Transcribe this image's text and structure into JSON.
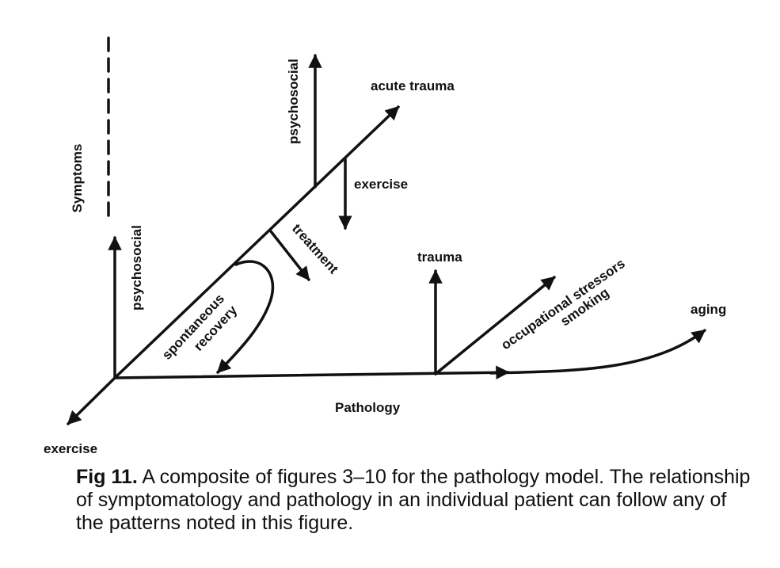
{
  "diagram": {
    "axis_y_label": "Symptoms",
    "axis_x_label": "Pathology",
    "labels": {
      "exercise_bottom": "exercise",
      "psychosocial_left": "psychosocial",
      "psychosocial_top": "psychosocial",
      "acute_trauma": "acute trauma",
      "exercise_mid": "exercise",
      "treatment": "treatment",
      "spontaneous": "spontaneous",
      "recovery": "recovery",
      "trauma": "trauma",
      "occupational_stressors": "occupational stressors",
      "smoking": "smoking",
      "aging": "aging"
    },
    "line_color": "#111111"
  },
  "caption": {
    "label": "Fig 11.",
    "text": " A composite of figures 3–10 for the pathology model. The relationship of symptomatology and pathology in an individual patient can follow any of the patterns noted in this figure."
  }
}
